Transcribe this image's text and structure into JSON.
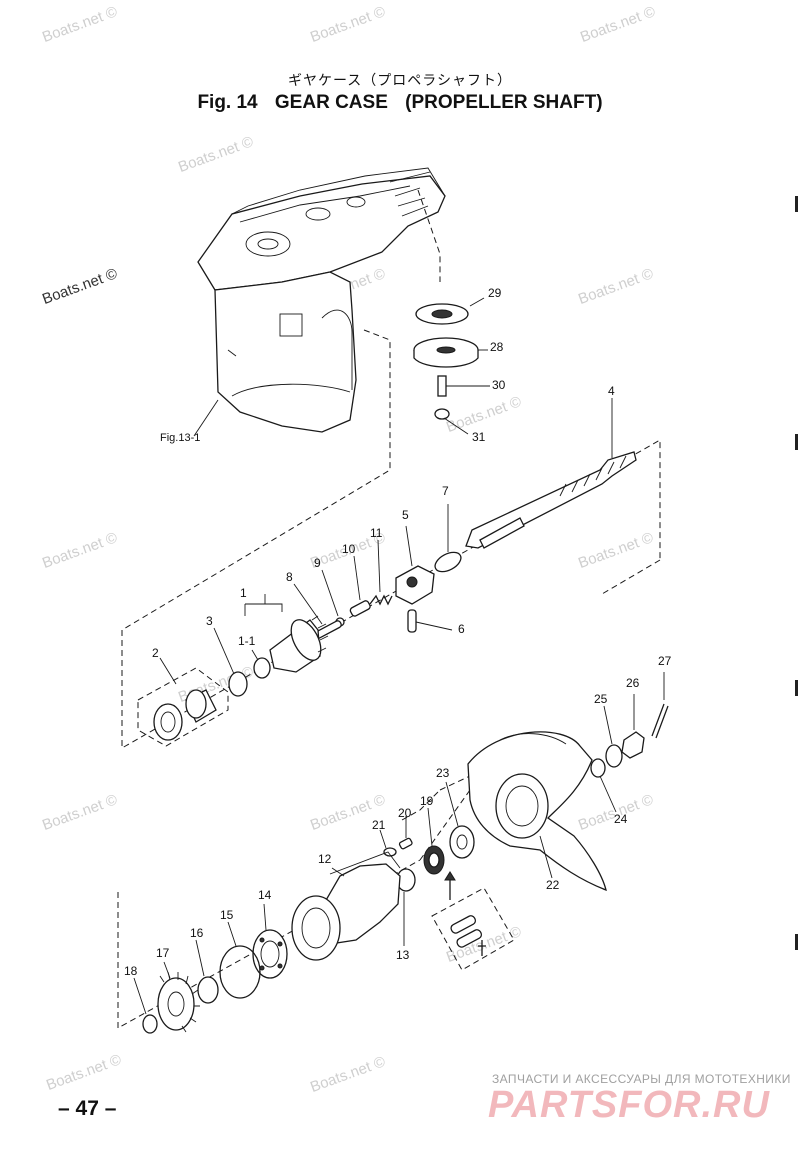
{
  "header": {
    "japanese_title": "ギヤケース（プロペラシャフト）",
    "figure_number": "Fig. 14",
    "title": "GEAR CASE",
    "subtitle": "(PROPELLER SHAFT)"
  },
  "reference_label": "Fig.13-1",
  "callouts": [
    "29",
    "28",
    "30",
    "31",
    "4",
    "7",
    "5",
    "11",
    "10",
    "9",
    "8",
    "1",
    "3",
    "1-1",
    "6",
    "2",
    "27",
    "26",
    "25",
    "23",
    "24",
    "20",
    "19",
    "21",
    "12",
    "22",
    "14",
    "15",
    "16",
    "17",
    "13",
    "18"
  ],
  "watermarks": [
    "Boats.net ©",
    "Boats.net ©",
    "Boats.net ©",
    "Boats.net ©",
    "Boats.net ©",
    "Boats.net ©",
    "Boats.net ©",
    "Boats.net ©",
    "Boats.net ©",
    "Boats.net ©",
    "Boats.net ©",
    "Boats.net ©",
    "Boats.net ©",
    "Boats.net ©",
    "Boats.net ©",
    "Boats.net ©",
    "Boats.net ©",
    "Boats.net ©"
  ],
  "footer": {
    "page_number": "– 47 –",
    "brand_caption": "ЗАПЧАСТИ И АКСЕССУАРЫ ДЛЯ МОТОТЕХНИКИ",
    "brand_logo": "PARTSFOR.RU"
  }
}
